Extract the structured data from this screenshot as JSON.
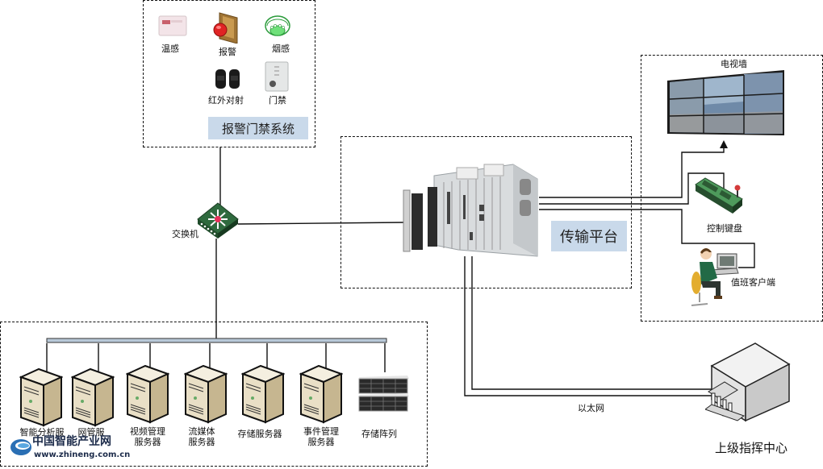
{
  "alarm_system": {
    "title": "报警门禁系统",
    "devices": [
      {
        "label": "温感",
        "icon": "temperature-sensor-icon"
      },
      {
        "label": "报警",
        "icon": "alarm-button-icon"
      },
      {
        "label": "烟感",
        "icon": "smoke-detector-icon"
      },
      {
        "label": "红外对射",
        "icon": "infrared-beam-icon"
      },
      {
        "label": "门禁",
        "icon": "access-control-icon"
      }
    ]
  },
  "switch": {
    "label": "交换机",
    "icon": "network-switch-icon"
  },
  "transport": {
    "title": "传输平台",
    "icon": "chassis-rack-icon"
  },
  "monitor_area": {
    "tv_wall": {
      "label": "电视墙",
      "icon": "video-wall-icon"
    },
    "keyboard": {
      "label": "控制键盘",
      "icon": "control-keyboard-icon"
    },
    "client": {
      "label": "值班客户端",
      "icon": "operator-workstation-icon"
    }
  },
  "servers": [
    {
      "label_lines": [
        "智能分析服",
        ""
      ],
      "icon": "server-tower-icon"
    },
    {
      "label_lines": [
        "网管服",
        ""
      ],
      "icon": "server-tower-icon"
    },
    {
      "label_lines": [
        "视频管理",
        "服务器"
      ],
      "icon": "server-tower-icon"
    },
    {
      "label_lines": [
        "流媒体",
        "服务器"
      ],
      "icon": "server-tower-icon"
    },
    {
      "label_lines": [
        "存储服务器",
        ""
      ],
      "icon": "server-tower-icon"
    },
    {
      "label_lines": [
        "事件管理",
        "服务器"
      ],
      "icon": "server-tower-icon"
    },
    {
      "label_lines": [
        "存储阵列",
        ""
      ],
      "icon": "storage-array-icon"
    }
  ],
  "ethernet": {
    "label": "以太网"
  },
  "command_center": {
    "label": "上级指挥中心",
    "icon": "building-icon"
  },
  "watermark": {
    "name": "中国智能产业网",
    "url": "www.zhineng.com.cn"
  }
}
